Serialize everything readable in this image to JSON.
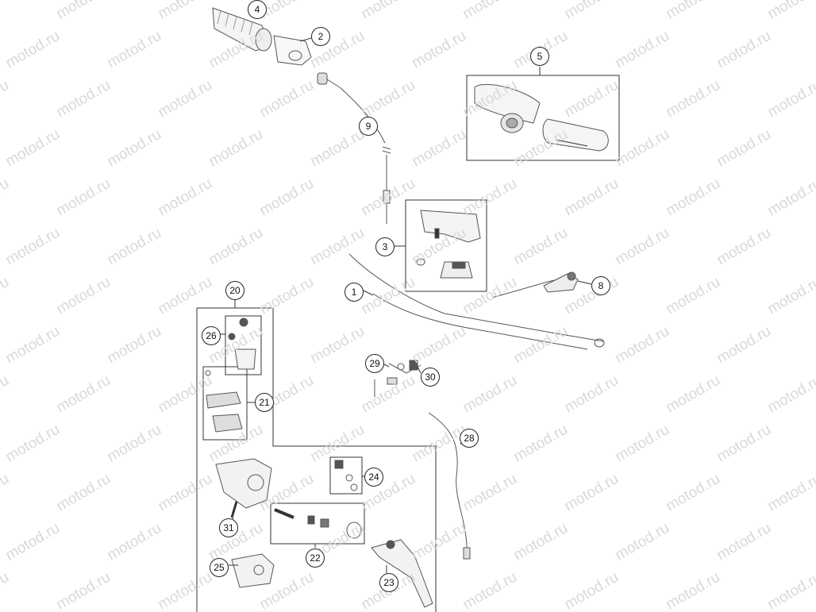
{
  "watermark": {
    "text": "motod.ru",
    "color": "#d9d9d9"
  },
  "callouts": [
    {
      "id": "c1",
      "label": "1"
    },
    {
      "id": "c2",
      "label": "2"
    },
    {
      "id": "c3",
      "label": "3"
    },
    {
      "id": "c4",
      "label": "4"
    },
    {
      "id": "c5",
      "label": "5"
    },
    {
      "id": "c8",
      "label": "8"
    },
    {
      "id": "c9",
      "label": "9"
    },
    {
      "id": "c20",
      "label": "20"
    },
    {
      "id": "c21",
      "label": "21"
    },
    {
      "id": "c22",
      "label": "22"
    },
    {
      "id": "c23",
      "label": "23"
    },
    {
      "id": "c24",
      "label": "24"
    },
    {
      "id": "c25",
      "label": "25"
    },
    {
      "id": "c26",
      "label": "26"
    },
    {
      "id": "c28",
      "label": "28"
    },
    {
      "id": "c29",
      "label": "29"
    },
    {
      "id": "c30",
      "label": "30"
    },
    {
      "id": "c31",
      "label": "31"
    }
  ]
}
